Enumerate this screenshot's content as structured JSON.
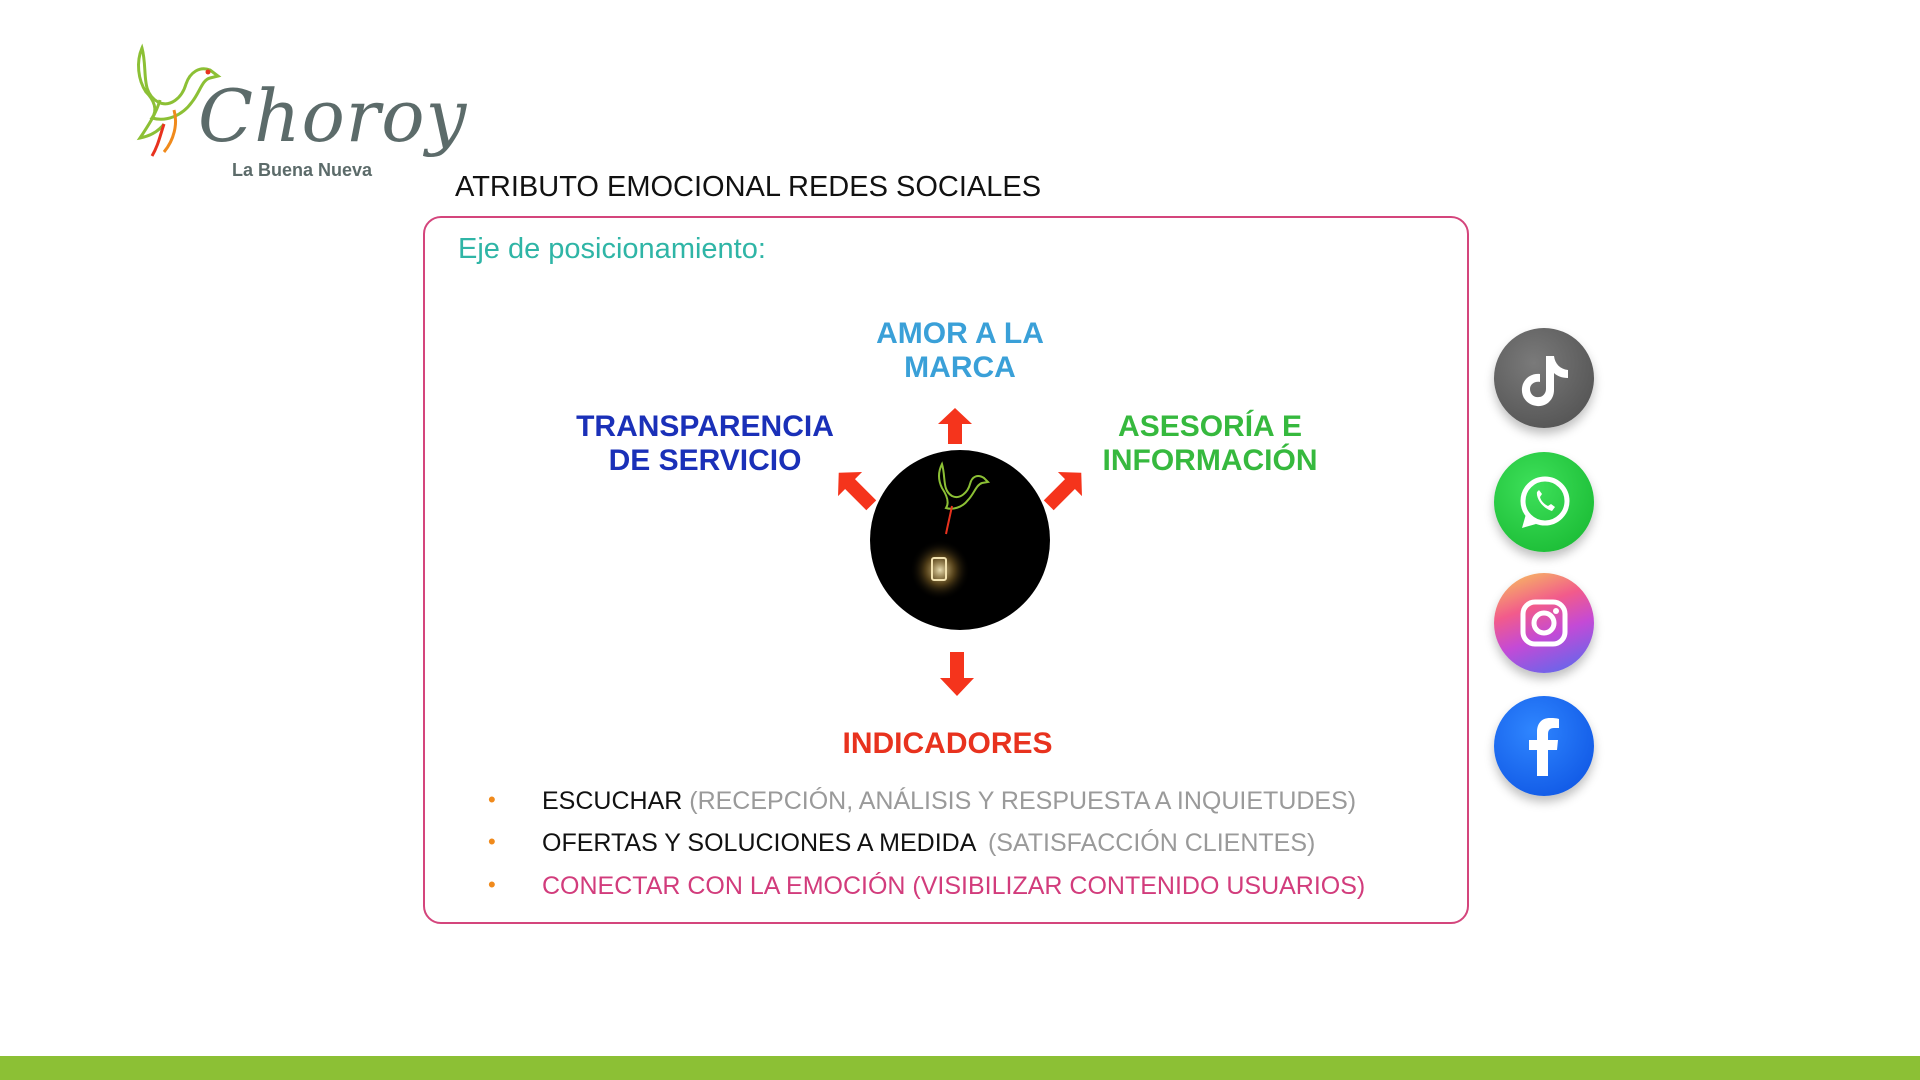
{
  "logo": {
    "wordmark": "Choroy",
    "tagline": "La Buena Nueva"
  },
  "title": "ATRIBUTO EMOCIONAL REDES SOCIALES",
  "subtitle": "Eje de posicionamiento:",
  "attributes": {
    "top": "AMOR A LA MARCA",
    "left": "TRANSPARENCIA DE SERVICIO",
    "right": "ASESORÍA E INFORMACIÓN"
  },
  "indicators": {
    "title": "INDICADORES",
    "items": [
      {
        "main": "ESCUCHAR",
        "detail": "(RECEPCIÓN, ANÁLISIS Y RESPUESTA A INQUIETUDES)"
      },
      {
        "main": "OFERTAS Y SOLUCIONES A MEDIDA",
        "detail": "(SATISFACCIÓN CLIENTES)"
      },
      {
        "main": "CONECTAR CON LA EMOCIÓN (VISIBILIZAR CONTENIDO USUARIOS)",
        "detail": ""
      }
    ],
    "bullet": "•"
  },
  "social_icons": [
    "tiktok-icon",
    "whatsapp-icon",
    "instagram-icon",
    "facebook-icon"
  ],
  "colors": {
    "frame": "#d4457c",
    "subtitle": "#2fb5a6",
    "top_attr": "#3aa0d8",
    "left_attr": "#1a30b8",
    "right_attr": "#36b93e",
    "indicators": "#e8321e",
    "arrows": "#f5341c",
    "bottom_bar": "#8cc035"
  }
}
